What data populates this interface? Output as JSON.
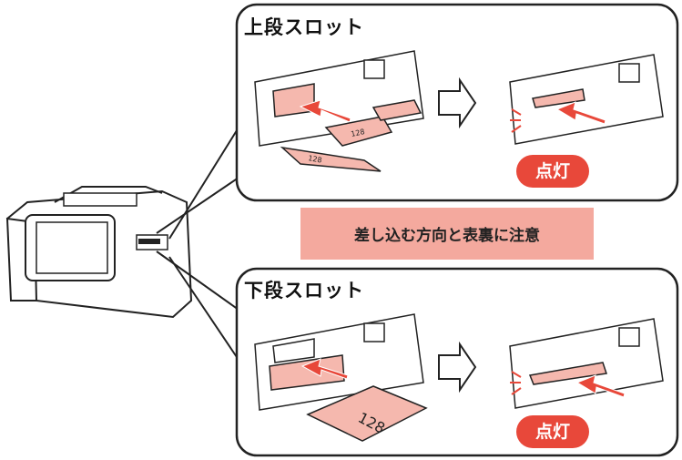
{
  "panels": {
    "upper": {
      "title": "上段スロット",
      "status": "点灯"
    },
    "lower": {
      "title": "下段スロット",
      "status": "点灯"
    }
  },
  "note": "差し込む方向と表裏に注意",
  "card_labels": {
    "sd": "128",
    "ms": "128",
    "cf": "128"
  },
  "colors": {
    "accent_red": "#e8483a",
    "card_pink": "#f5b8ae",
    "note_bg": "#f4a99e"
  }
}
